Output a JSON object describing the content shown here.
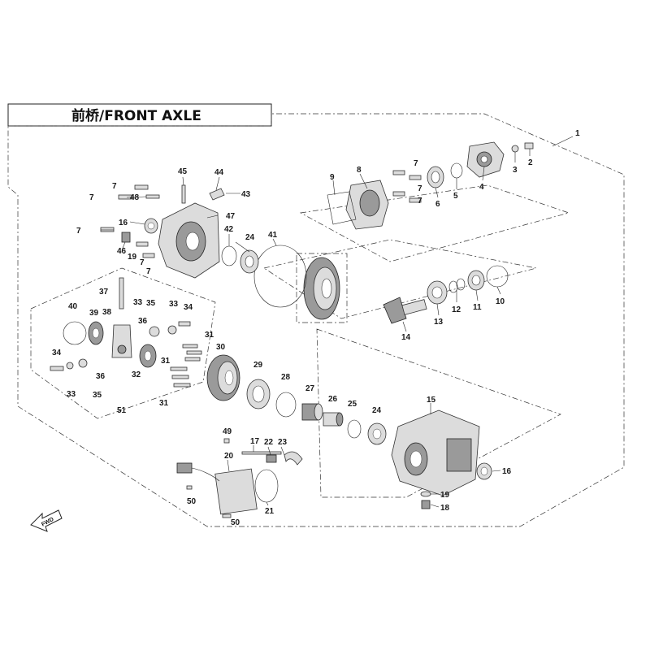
{
  "title": "前桥/FRONT AXLE",
  "fwd_label": "FWD",
  "callouts": [
    {
      "id": "c1",
      "text": "1"
    },
    {
      "id": "c2",
      "text": "2"
    },
    {
      "id": "c3",
      "text": "3"
    },
    {
      "id": "c4",
      "text": "4"
    },
    {
      "id": "c5",
      "text": "5"
    },
    {
      "id": "c6",
      "text": "6"
    },
    {
      "id": "c7a",
      "text": "7"
    },
    {
      "id": "c7b",
      "text": "7"
    },
    {
      "id": "c7c",
      "text": "7"
    },
    {
      "id": "c7d",
      "text": "7"
    },
    {
      "id": "c7e",
      "text": "7"
    },
    {
      "id": "c7f",
      "text": "7"
    },
    {
      "id": "c7g",
      "text": "7"
    },
    {
      "id": "c7h",
      "text": "7"
    },
    {
      "id": "c8",
      "text": "8"
    },
    {
      "id": "c9",
      "text": "9"
    },
    {
      "id": "c10",
      "text": "10"
    },
    {
      "id": "c11",
      "text": "11"
    },
    {
      "id": "c12",
      "text": "12"
    },
    {
      "id": "c13",
      "text": "13"
    },
    {
      "id": "c14",
      "text": "14"
    },
    {
      "id": "c15",
      "text": "15"
    },
    {
      "id": "c16a",
      "text": "16"
    },
    {
      "id": "c16b",
      "text": "16"
    },
    {
      "id": "c17",
      "text": "17"
    },
    {
      "id": "c18",
      "text": "18"
    },
    {
      "id": "c19a",
      "text": "19"
    },
    {
      "id": "c19b",
      "text": "19"
    },
    {
      "id": "c20",
      "text": "20"
    },
    {
      "id": "c21",
      "text": "21"
    },
    {
      "id": "c22",
      "text": "22"
    },
    {
      "id": "c23",
      "text": "23"
    },
    {
      "id": "c24a",
      "text": "24"
    },
    {
      "id": "c24b",
      "text": "24"
    },
    {
      "id": "c25",
      "text": "25"
    },
    {
      "id": "c26",
      "text": "26"
    },
    {
      "id": "c27",
      "text": "27"
    },
    {
      "id": "c28",
      "text": "28"
    },
    {
      "id": "c29",
      "text": "29"
    },
    {
      "id": "c30",
      "text": "30"
    },
    {
      "id": "c31a",
      "text": "31"
    },
    {
      "id": "c31b",
      "text": "31"
    },
    {
      "id": "c31c",
      "text": "31"
    },
    {
      "id": "c32",
      "text": "32"
    },
    {
      "id": "c33a",
      "text": "33"
    },
    {
      "id": "c33b",
      "text": "33"
    },
    {
      "id": "c33c",
      "text": "33"
    },
    {
      "id": "c34a",
      "text": "34"
    },
    {
      "id": "c34b",
      "text": "34"
    },
    {
      "id": "c35a",
      "text": "35"
    },
    {
      "id": "c35b",
      "text": "35"
    },
    {
      "id": "c36a",
      "text": "36"
    },
    {
      "id": "c36b",
      "text": "36"
    },
    {
      "id": "c37",
      "text": "37"
    },
    {
      "id": "c38",
      "text": "38"
    },
    {
      "id": "c39",
      "text": "39"
    },
    {
      "id": "c40",
      "text": "40"
    },
    {
      "id": "c41",
      "text": "41"
    },
    {
      "id": "c42",
      "text": "42"
    },
    {
      "id": "c43",
      "text": "43"
    },
    {
      "id": "c44",
      "text": "44"
    },
    {
      "id": "c45",
      "text": "45"
    },
    {
      "id": "c46",
      "text": "46"
    },
    {
      "id": "c47",
      "text": "47"
    },
    {
      "id": "c48",
      "text": "48"
    },
    {
      "id": "c49",
      "text": "49"
    },
    {
      "id": "c50a",
      "text": "50"
    },
    {
      "id": "c50b",
      "text": "50"
    },
    {
      "id": "c51",
      "text": "51"
    }
  ]
}
